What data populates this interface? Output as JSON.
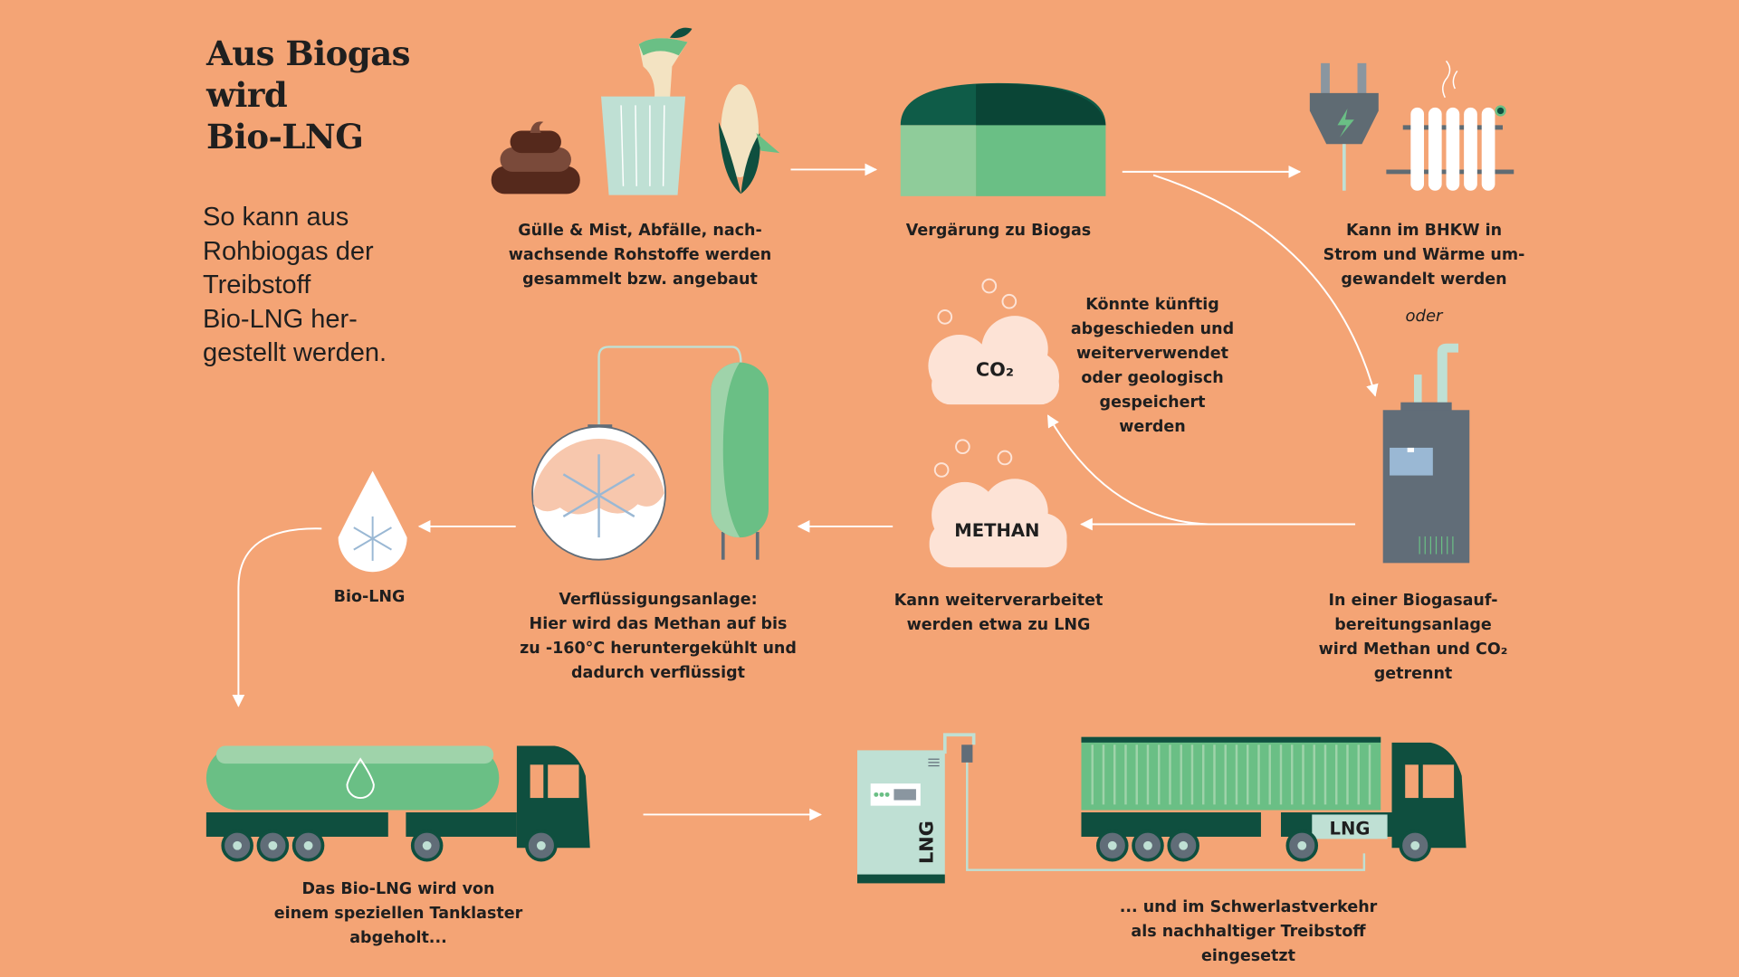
{
  "title": {
    "lines": [
      "Aus Biogas",
      "wird",
      "Bio-LNG"
    ]
  },
  "intro": {
    "lines": [
      "So kann aus",
      "Rohbiogas der",
      "Treibstoff",
      "Bio-LNG her-",
      "gestellt werden."
    ]
  },
  "steps": {
    "feedstock": {
      "lines": [
        "Gülle & Mist, Abfälle, nach-",
        "wachsende Rohstoffe werden",
        "gesammelt bzw. angebaut"
      ]
    },
    "fermentation": {
      "lines": [
        "Vergärung zu Biogas"
      ]
    },
    "chp": {
      "lines": [
        "Kann im BHKW in",
        "Strom und Wärme um-",
        "gewandelt werden"
      ]
    },
    "or_label": "oder",
    "co2_note": {
      "lines": [
        "Könnte künftig",
        "abgeschieden und",
        "weiterverwendet",
        "oder geologisch",
        "gespeichert",
        "werden"
      ]
    },
    "upgrading": {
      "lines": [
        "In einer Biogasauf-",
        "bereitungsanlage",
        "wird Methan und CO₂",
        "getrennt"
      ]
    },
    "methane_note": {
      "lines": [
        "Kann weiterverarbeitet",
        "werden etwa zu LNG"
      ]
    },
    "liquefaction": {
      "lines": [
        "Verflüssigungsanlage:",
        "Hier wird das Methan auf bis",
        "zu -160°C heruntergekühlt und",
        "dadurch verflüssigt"
      ]
    },
    "bio_lng": {
      "lines": [
        "Bio-LNG"
      ]
    },
    "tanker": {
      "lines": [
        "Das Bio-LNG wird von",
        "einem speziellen Tanklaster",
        "abgeholt..."
      ]
    },
    "heavy_transport": {
      "lines": [
        "... und im Schwerlastverkehr",
        "als nachhaltiger Treibstoff",
        "eingesetzt"
      ]
    }
  },
  "labels": {
    "co2": "CO₂",
    "methane": "METHAN",
    "station_lng": "LNG",
    "truck_lng": "LNG"
  },
  "colors": {
    "background": "#f4a475",
    "dark_green": "#0f4f3f",
    "green": "#6abf85",
    "light_green": "#bfe0d4",
    "grey": "#616d78",
    "cloud": "#fde3d6"
  }
}
